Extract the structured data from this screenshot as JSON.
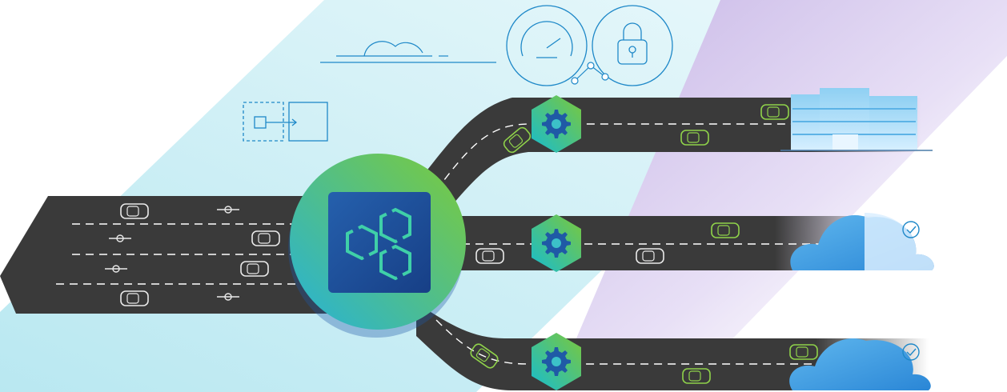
{
  "illustration": {
    "nodes": [
      {
        "name": "hub",
        "icon": "hexagon-cluster-icon"
      },
      {
        "name": "gateway-top",
        "icon": "gear-icon"
      },
      {
        "name": "gateway-middle",
        "icon": "gear-icon"
      },
      {
        "name": "gateway-bottom",
        "icon": "gear-icon"
      }
    ],
    "destinations": [
      {
        "name": "data-center",
        "icon": "building-icon"
      },
      {
        "name": "cloud-middle",
        "icon": "cloud-icon",
        "badge": "check-circle-icon"
      },
      {
        "name": "cloud-bottom",
        "icon": "cloud-icon",
        "badge": "check-circle-icon"
      }
    ],
    "decorations": [
      "speedometer-icon",
      "padlock-icon",
      "cloud-outline-icon",
      "migration-box-icon"
    ],
    "colors": {
      "road": "#3a3a3a",
      "lane_marking": "#ffffff",
      "hub_gradient_start": "#2fb6d6",
      "hub_gradient_end": "#7ccb3a",
      "hub_inner": "#1f5aa6",
      "gear_hex_start": "#1dbfcf",
      "gear_hex_end": "#78c83c",
      "gear": "#1f5aa6",
      "line_art": "#1e88c8",
      "band_cyan": "#c9eef4",
      "band_purple": "#b39ddb",
      "cloud": "#3c9fe0",
      "building": "#7cc7f0"
    }
  }
}
